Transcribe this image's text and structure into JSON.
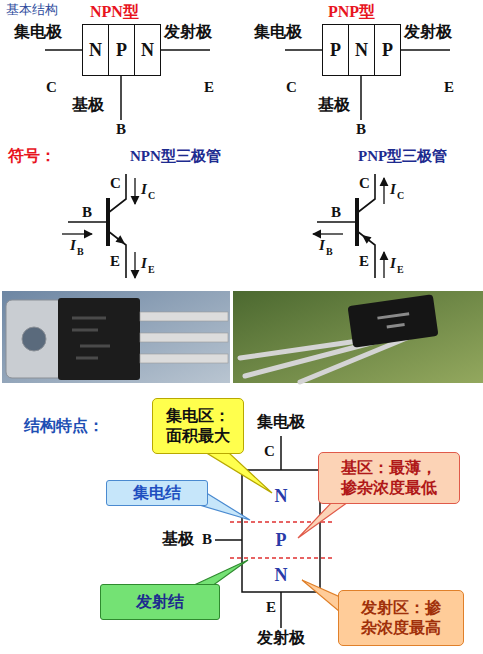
{
  "diagram": {
    "title": "基本结构",
    "nodes": [
      {
        "text": [
          "N"
        ]
      },
      {
        "text": [
          "P"
        ]
      },
      {
        "text": [
          "N"
        ]
      },
      {
        "text": [
          "P"
        ]
      },
      {
        "text": [
          "N"
        ]
      },
      {
        "text": [
          "P"
        ]
      },
      {
        "text": [
          "集电区： 面积最大"
        ]
      },
      {
        "text": [
          "基区：最薄， 掺杂浓度最低"
        ]
      },
      {
        "text": [
          "N"
        ]
      },
      {
        "text": [
          "集电结"
        ]
      },
      {
        "text": [
          "P"
        ]
      },
      {
        "text": [
          "发射结"
        ]
      },
      {
        "text": [
          "N"
        ]
      },
      {
        "text": [
          "发射区：掺 杂浓度最高"
        ]
      }
    ],
    "labels": [
      "NPN型",
      "集电极",
      "发射极",
      "C",
      "基极",
      "B",
      "E",
      "PNP型",
      "集电极",
      "发射极",
      "C",
      "基极",
      "B",
      "E",
      "符号：",
      "NPN型三极管",
      "PNP型三极管",
      "C",
      "I",
      "C",
      "B",
      "I",
      "B",
      "E",
      "I",
      "E",
      "C",
      "I",
      "C",
      "B",
      "I",
      "B",
      "E",
      "I",
      "E",
      "结构特点：",
      "集电极",
      "C",
      "基极",
      "B",
      "E",
      "发射极"
    ]
  }
}
